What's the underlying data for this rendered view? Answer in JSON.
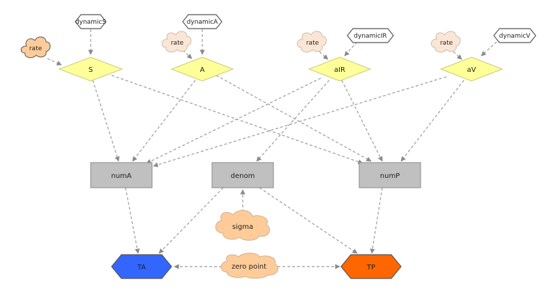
{
  "nodes": {
    "dynamicS": "dynamicS",
    "dynamicA": "dynamicA",
    "dynamicIR": "dynamicIR",
    "dynamicV": "dynamicV",
    "rate": "rate",
    "S": "S",
    "A": "A",
    "aIR": "aIR",
    "aV": "aV",
    "numA": "numA",
    "denom": "denom",
    "numP": "numP",
    "sigma": "sigma",
    "zero_point": "zero point",
    "TA": "TA",
    "TP": "TP"
  },
  "colors": {
    "diamond_fill": "#ffff99",
    "diamond_stroke": "#c8c878",
    "box_fill": "#c0c0c0",
    "box_stroke": "#8a8a8a",
    "cloud_fill": "#ffcc99",
    "cloud_light_fill": "#fbe6d6",
    "hex_ta": "#3366ff",
    "hex_tp": "#ff6600",
    "edge": "#9a9a9a"
  }
}
